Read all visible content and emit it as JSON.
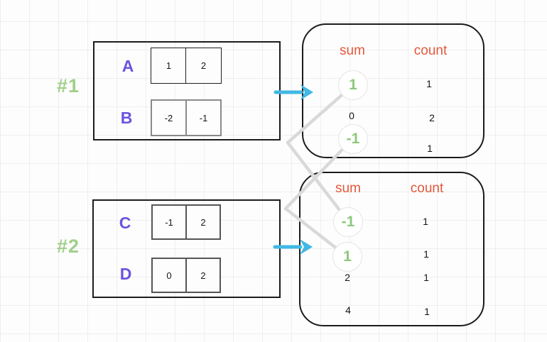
{
  "colors": {
    "header_orange": "#e4593c",
    "highlight_green": "#8dc87c",
    "group_label_green": "#98cb7f",
    "array_name_purple": "#6b53e1",
    "arrow_cyan": "#41b8e3",
    "connector_gray": "#d9d9d9"
  },
  "groups": [
    {
      "label": "#1",
      "arrays": [
        {
          "name": "A",
          "cells": [
            "1",
            "2"
          ]
        },
        {
          "name": "B",
          "cells": [
            "-2",
            "-1"
          ]
        }
      ]
    },
    {
      "label": "#2",
      "arrays": [
        {
          "name": "C",
          "cells": [
            "-1",
            "2"
          ]
        },
        {
          "name": "D",
          "cells": [
            "0",
            "2"
          ]
        }
      ]
    }
  ],
  "tables": [
    {
      "sum_header": "sum",
      "count_header": "count",
      "rows": [
        {
          "sum": "1",
          "count": "1",
          "highlighted": true
        },
        {
          "sum": "0",
          "count": "2",
          "highlighted": false
        },
        {
          "sum": "-1",
          "count": "1",
          "highlighted": true
        }
      ]
    },
    {
      "sum_header": "sum",
      "count_header": "count",
      "rows": [
        {
          "sum": "-1",
          "count": "1",
          "highlighted": true
        },
        {
          "sum": "1",
          "count": "1",
          "highlighted": true
        },
        {
          "sum": "2",
          "count": "1",
          "highlighted": false
        },
        {
          "sum": "4",
          "count": "1",
          "highlighted": false
        }
      ]
    }
  ]
}
